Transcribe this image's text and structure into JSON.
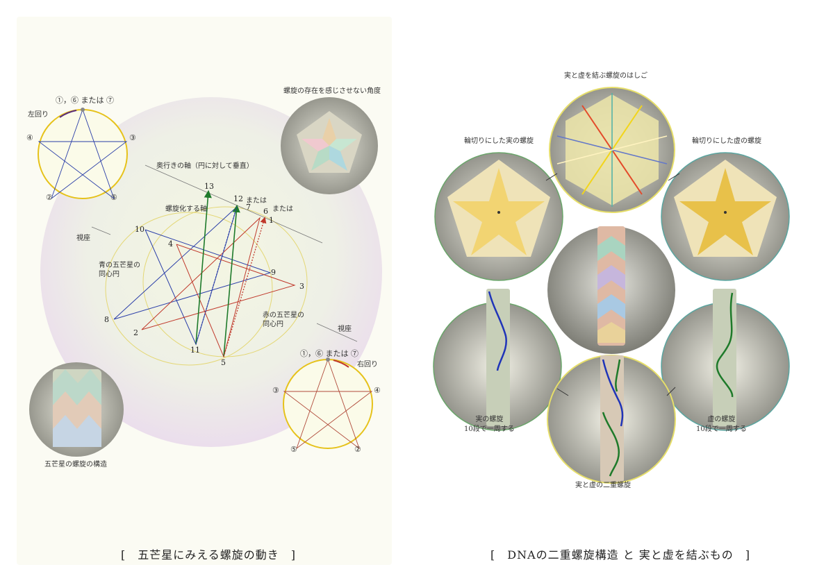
{
  "left": {
    "caption": "[　五芒星にみえる螺旋の動き　]",
    "top_circle": {
      "title": "①，⑥ または ⑦",
      "rotation": "左回り",
      "p_left": "④",
      "p_right": "③",
      "p_bl": "②",
      "p_br": "⑤"
    },
    "bottom_circle": {
      "title": "①，⑥ または ⑦",
      "rotation": "右回り",
      "p_left": "③",
      "p_right": "④",
      "p_bl": "⑤",
      "p_br": "②"
    },
    "photo_top_label": "螺旋の存在を感じさせない角度",
    "photo_bottom_label": "五芒星の螺旋の構造",
    "axis_depth": "奥行きの軸（円に対して垂直）",
    "axis_helix": "螺旋化する軸",
    "viewpoint_left": "視座",
    "viewpoint_right": "視座",
    "blue_label": "青の五芒星の\n同心円",
    "red_label": "赤の五芒星の\n同心円",
    "or_a": "または",
    "or_b": "または",
    "nums": {
      "n1": "1",
      "n2": "2",
      "n3": "3",
      "n4": "4",
      "n5": "5",
      "n6": "6",
      "n7": "7",
      "n8": "8",
      "n9": "9",
      "n10": "10",
      "n11": "11",
      "n12": "12",
      "n13": "13"
    }
  },
  "right": {
    "caption": "[　DNAの二重螺旋構造 と 実と虚を結ぶもの　]",
    "top_label": "実と虚を結ぶ螺旋のはしご",
    "left_ring_label": "輪切りにした実の螺旋",
    "right_ring_label": "輪切りにした虚の螺旋",
    "left_helix_label": "実の螺旋\n10段で一周する",
    "right_helix_label": "虚の螺旋\n10段で一周する",
    "bottom_label": "実と虚の二重螺旋"
  },
  "colors": {
    "blue": "#2a3ea8",
    "red": "#c0392b",
    "green": "#1e7a2a",
    "gold": "#e6c21a"
  }
}
